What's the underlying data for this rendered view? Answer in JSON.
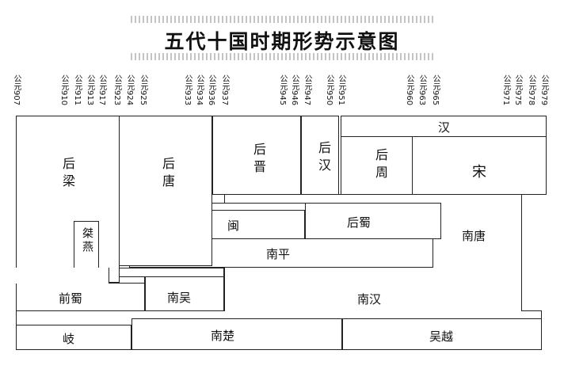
{
  "title": "五代十国时期形势示意图",
  "years": [
    "公元907",
    "公元910",
    "公元911",
    "公元913",
    "公元917",
    "公元923",
    "公元924",
    "公元925",
    "公元933",
    "公元934",
    "公元936",
    "公元937",
    "公元945",
    "公元946",
    "公元947",
    "公元950",
    "公元951",
    "公元960",
    "公元963",
    "公元965",
    "公元971",
    "公元975",
    "公元978",
    "公元979"
  ],
  "regimes": {
    "houliang": "后梁",
    "houtang": "后唐",
    "houjin": "后晋",
    "houhan": "后汉",
    "houzhou": "后周",
    "han": "汉",
    "song": "宋",
    "jieyan": "桀燕",
    "min": "闽",
    "houshu": "后蜀",
    "nantang": "南唐",
    "nanping": "南平",
    "qianshu": "前蜀",
    "nanwu": "南吴",
    "nanhan": "南汉",
    "qi": "岐",
    "nanchu": "南楚",
    "wuyue": "吴越"
  }
}
